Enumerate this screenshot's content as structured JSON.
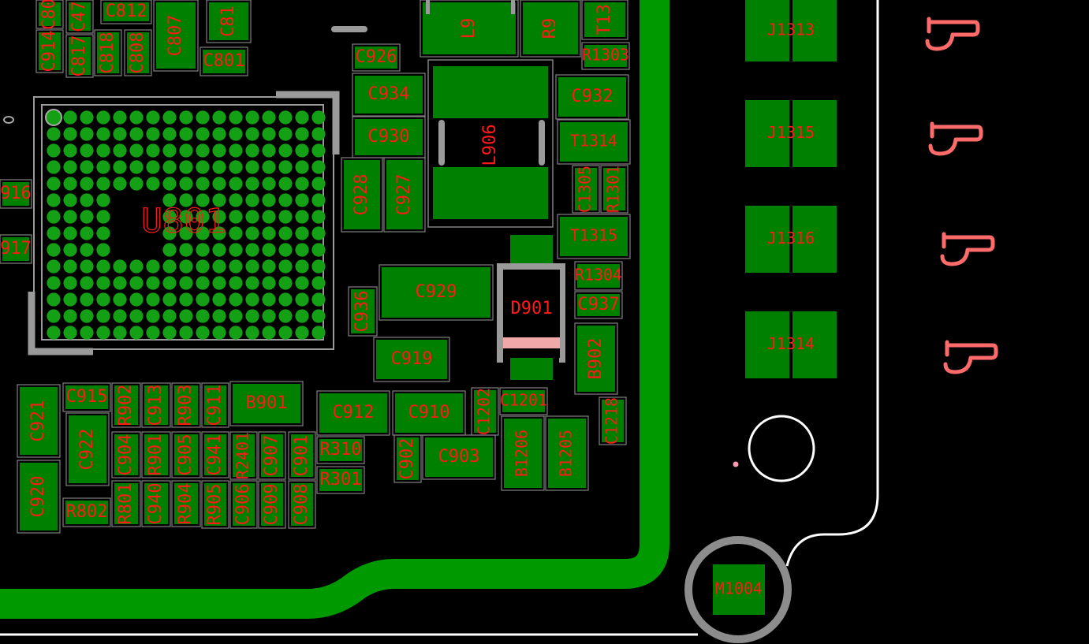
{
  "colors": {
    "background": "#000000",
    "pad": "#008000",
    "trace": "#009900",
    "designator": "#ff1a1a",
    "outline": "#808080",
    "board_edge": "#ffffff",
    "logo": "#ff6b6b",
    "ball": "#14a014"
  },
  "components": [
    {
      "ref": "C80",
      "vertical": true
    },
    {
      "ref": "C47",
      "vertical": true
    },
    {
      "ref": "C812"
    },
    {
      "ref": "C807",
      "vertical": true
    },
    {
      "ref": "C81",
      "vertical": true
    },
    {
      "ref": "C914",
      "vertical": true
    },
    {
      "ref": "C817",
      "vertical": true
    },
    {
      "ref": "C818",
      "vertical": true
    },
    {
      "ref": "C808",
      "vertical": true
    },
    {
      "ref": "C801"
    },
    {
      "ref": "L9",
      "vertical": true
    },
    {
      "ref": "R9",
      "vertical": true
    },
    {
      "ref": "T13",
      "vertical": true
    },
    {
      "ref": "C926"
    },
    {
      "ref": "R1303"
    },
    {
      "ref": "C934"
    },
    {
      "ref": "C932"
    },
    {
      "ref": "C930"
    },
    {
      "ref": "L906",
      "vertical": true
    },
    {
      "ref": "T1314"
    },
    {
      "ref": "C928",
      "vertical": true
    },
    {
      "ref": "C927",
      "vertical": true
    },
    {
      "ref": "C1305",
      "vertical": true
    },
    {
      "ref": "R1301",
      "vertical": true
    },
    {
      "ref": "T1315"
    },
    {
      "ref": "U801",
      "main": true
    },
    {
      "ref": "916"
    },
    {
      "ref": "917"
    },
    {
      "ref": "C929"
    },
    {
      "ref": "D901"
    },
    {
      "ref": "R1304"
    },
    {
      "ref": "C937"
    },
    {
      "ref": "C936",
      "vertical": true
    },
    {
      "ref": "B902",
      "vertical": true
    },
    {
      "ref": "C919"
    },
    {
      "ref": "C915"
    },
    {
      "ref": "R902",
      "vertical": true
    },
    {
      "ref": "C913",
      "vertical": true
    },
    {
      "ref": "R903",
      "vertical": true
    },
    {
      "ref": "C911",
      "vertical": true
    },
    {
      "ref": "B901"
    },
    {
      "ref": "C912"
    },
    {
      "ref": "C910"
    },
    {
      "ref": "C1202",
      "vertical": true
    },
    {
      "ref": "C1201"
    },
    {
      "ref": "C921",
      "vertical": true
    },
    {
      "ref": "C922",
      "vertical": true
    },
    {
      "ref": "C904",
      "vertical": true
    },
    {
      "ref": "R901",
      "vertical": true
    },
    {
      "ref": "C905",
      "vertical": true
    },
    {
      "ref": "C941",
      "vertical": true
    },
    {
      "ref": "R2401",
      "vertical": true
    },
    {
      "ref": "C907",
      "vertical": true
    },
    {
      "ref": "C901",
      "vertical": true
    },
    {
      "ref": "R310"
    },
    {
      "ref": "R301"
    },
    {
      "ref": "C902",
      "vertical": true
    },
    {
      "ref": "C903"
    },
    {
      "ref": "B1206",
      "vertical": true
    },
    {
      "ref": "B1205",
      "vertical": true
    },
    {
      "ref": "C1218",
      "vertical": true
    },
    {
      "ref": "C920",
      "vertical": true
    },
    {
      "ref": "R802"
    },
    {
      "ref": "R801",
      "vertical": true
    },
    {
      "ref": "C940",
      "vertical": true
    },
    {
      "ref": "R904",
      "vertical": true
    },
    {
      "ref": "R905",
      "vertical": true
    },
    {
      "ref": "C906",
      "vertical": true
    },
    {
      "ref": "C909",
      "vertical": true
    },
    {
      "ref": "C908",
      "vertical": true
    },
    {
      "ref": "J1313"
    },
    {
      "ref": "J1315"
    },
    {
      "ref": "J1316"
    },
    {
      "ref": "J1314"
    },
    {
      "ref": "M1004"
    }
  ],
  "connectors": [
    "J1313",
    "J1315",
    "J1316",
    "J1314"
  ],
  "mounting_pad": "M1004"
}
